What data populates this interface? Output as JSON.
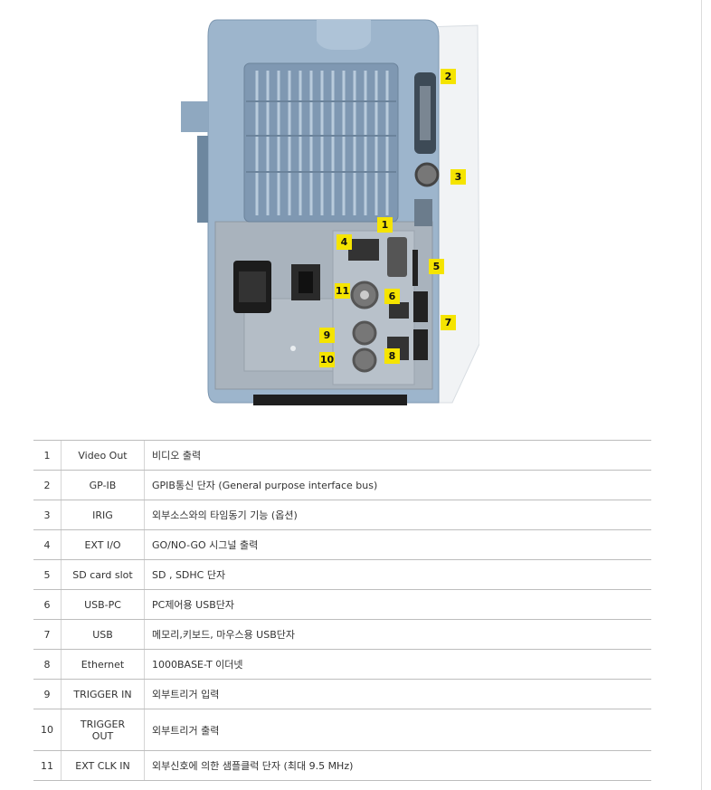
{
  "callouts": [
    "1",
    "2",
    "3",
    "4",
    "5",
    "6",
    "7",
    "8",
    "9",
    "10",
    "11"
  ],
  "rows": [
    {
      "num": "1",
      "name": "Video Out",
      "desc": "비디오 출력"
    },
    {
      "num": "2",
      "name": "GP-IB",
      "desc": "GPIB통신 단자 (General purpose interface bus)"
    },
    {
      "num": "3",
      "name": "IRIG",
      "desc": "외부소스와의 타임동기 기능 (옵션)"
    },
    {
      "num": "4",
      "name": "EXT I/O",
      "desc": "GO/NO-GO 시그널 출력"
    },
    {
      "num": "5",
      "name": "SD card slot",
      "desc": "SD , SDHC 단자"
    },
    {
      "num": "6",
      "name": "USB-PC",
      "desc": "PC제어용 USB단자"
    },
    {
      "num": "7",
      "name": "USB",
      "desc": "메모리,키보드, 마우스용 USB단자"
    },
    {
      "num": "8",
      "name": "Ethernet",
      "desc": "1000BASE-T 이더넷"
    },
    {
      "num": "9",
      "name": "TRIGGER IN",
      "desc": "외부트리거 입력"
    },
    {
      "num": "10",
      "name": "TRIGGER OUT",
      "desc": "외부트리거 출력"
    },
    {
      "num": "11",
      "name": "EXT CLK IN",
      "desc": "외부신호에 의한 샘플클럭 단자 (최대 9.5 MHz)"
    }
  ]
}
